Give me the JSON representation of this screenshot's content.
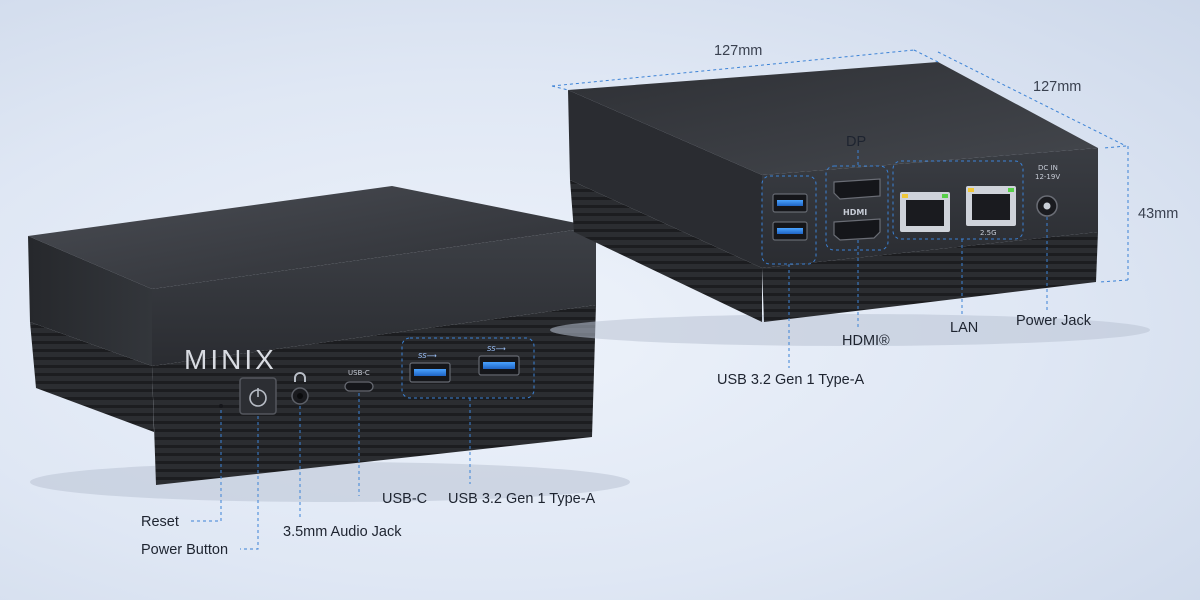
{
  "dimensions": {
    "width": "127mm",
    "depth": "127mm",
    "height": "43mm"
  },
  "front_unit": {
    "brand_logo": "MINIX",
    "usb_c_port_marking": "USB-C",
    "labels": {
      "reset": "Reset",
      "power_button": "Power Button",
      "audio_jack": "3.5mm Audio Jack",
      "usb_c": "USB-C",
      "usb_a": "USB 3.2 Gen 1 Type-A"
    }
  },
  "rear_unit": {
    "port_markings": {
      "dc_in": "DC IN",
      "voltage": "12-19V",
      "lan_speed": "2.5G",
      "hdmi": "HDMI"
    },
    "labels": {
      "dp": "DP",
      "hdmi": "HDMI®",
      "lan": "LAN",
      "power_jack": "Power Jack",
      "usb_a": "USB 3.2 Gen 1 Type-A"
    }
  },
  "colors": {
    "callout_blue": "#3b82d6",
    "device_body": "#3a3d43",
    "usb3_blue": "#2f7fe0"
  }
}
